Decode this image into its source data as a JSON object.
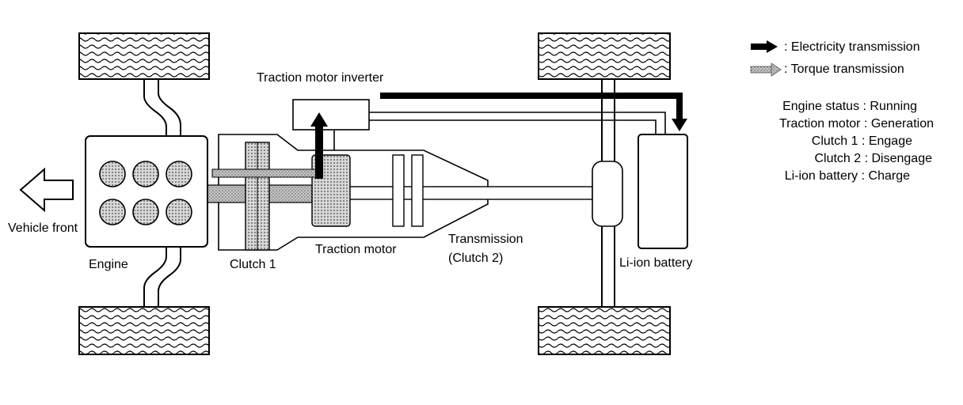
{
  "labels": {
    "vehicle_front": "Vehicle front",
    "engine": "Engine",
    "clutch1": "Clutch 1",
    "traction_motor": "Traction motor",
    "traction_motor_inverter": "Traction motor inverter",
    "transmission": "Transmission",
    "transmission_sub": "(Clutch 2)",
    "battery": "Li-ion battery"
  },
  "legend": {
    "electricity": ": Electricity transmission",
    "torque": ": Torque transmission"
  },
  "status": [
    {
      "key": "Engine status",
      "value": "Running"
    },
    {
      "key": "Traction motor",
      "value": "Generation"
    },
    {
      "key": "Clutch 1",
      "value": "Engage"
    },
    {
      "key": "Clutch 2",
      "value": "Disengage"
    },
    {
      "key": "Li-ion battery",
      "value": "Charge"
    }
  ],
  "status_text": [
    "Engine status : Running",
    "Traction motor : Generation",
    "Clutch 1 : Engage",
    "Clutch 2 : Disengage",
    "Li-ion battery : Charge"
  ],
  "colors": {
    "ink": "#000000",
    "paper": "#ffffff",
    "torque_fill": "#c8c8c8"
  }
}
